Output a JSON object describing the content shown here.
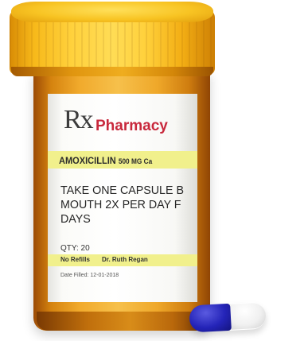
{
  "label": {
    "rx_symbol": "Rx",
    "pharmacy": "Pharmacy",
    "drug_name": "AMOXICILLIN",
    "drug_dose": "500 MG Ca",
    "instructions": "TAKE ONE CAPSULE B\nMOUTH 2X PER DAY F\nDAYS",
    "qty": "QTY: 20",
    "refills": "No Refills",
    "doctor": "Dr. Ruth Regan",
    "date_filled": "Date Filled: 12-01-2018"
  },
  "colors": {
    "pharmacy_red": "#c8283c",
    "label_highlight": "#f1f08c",
    "cap_yellow": "#ffd13c",
    "bottle_amber": "#f1aa2c",
    "capsule_blue": "#2424b8"
  }
}
